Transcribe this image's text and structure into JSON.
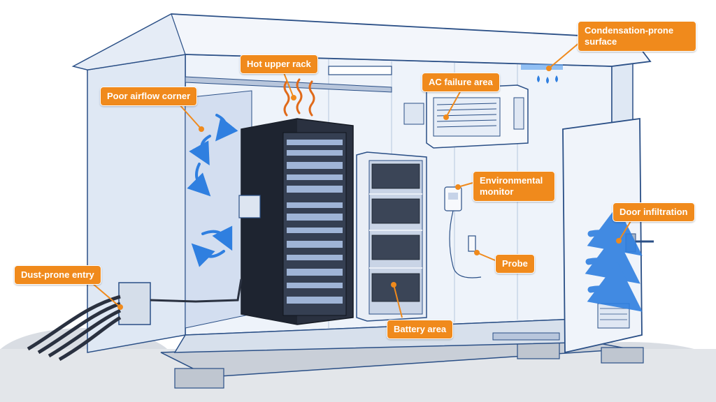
{
  "colors": {
    "callout": "#f08a1c",
    "outline": "#2a4f86",
    "wall": "#e7eef8",
    "rack": "#2a3140",
    "airflow": "#2f7fe0",
    "heat": "#e06a1a"
  },
  "labels": {
    "condensation": "Condensation-prone surface",
    "hot_rack": "Hot upper rack",
    "ac_failure": "AC failure area",
    "poor_airflow": "Poor airflow corner",
    "env_monitor": "Environmental monitor",
    "door_infiltration": "Door infiltration",
    "probe": "Probe",
    "dust_entry": "Dust-prone entry",
    "battery": "Battery area"
  },
  "icons": [
    "airflow-arrow-icon",
    "heat-wave-icon",
    "water-drop-icon",
    "infiltration-arrow-icon"
  ]
}
